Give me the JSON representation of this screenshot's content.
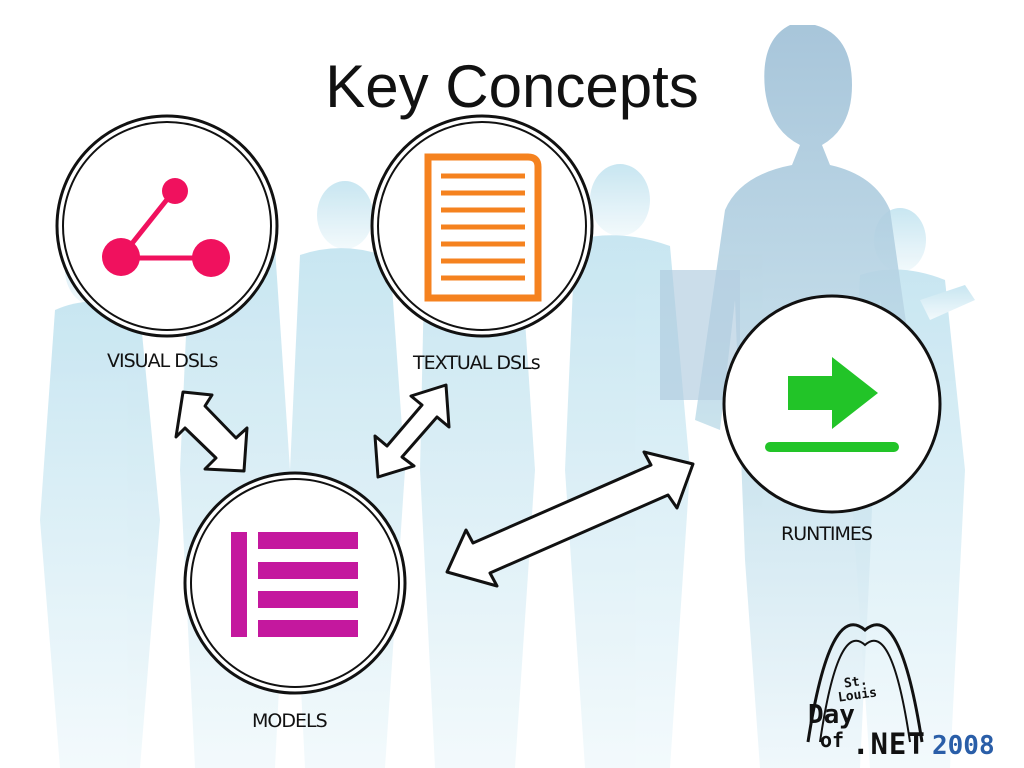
{
  "slide": {
    "title": "Key Concepts"
  },
  "nodes": {
    "visual": {
      "label": "VISUAL DSLs",
      "icon": "graph-icon",
      "color": "#f0115e"
    },
    "textual": {
      "label": "TEXTUAL DSLs",
      "icon": "document-icon",
      "color": "#f5821f"
    },
    "models": {
      "label": "MODELS",
      "icon": "list-icon",
      "color": "#c4189e"
    },
    "runtimes": {
      "label": "RUNTIMES",
      "icon": "export-arrow-icon",
      "color": "#22c428"
    }
  },
  "logo": {
    "line1": "St.",
    "line2": "Louis",
    "line3": "Day",
    "line4": "of",
    "net": ".NET",
    "year": "2008",
    "year_color": "#2a5ea8"
  }
}
